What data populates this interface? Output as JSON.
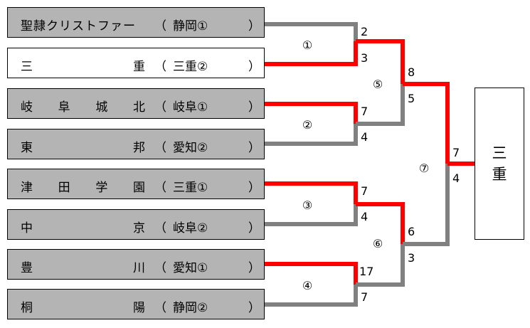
{
  "teams": [
    {
      "name": "聖隷クリストファー",
      "pref": "静岡①",
      "open": "（",
      "close": "）"
    },
    {
      "name": "三重",
      "pref": "三重②",
      "open": "（",
      "close": "）"
    },
    {
      "name": "岐阜城北",
      "pref": "岐阜①",
      "open": "（",
      "close": "）"
    },
    {
      "name": "東邦",
      "pref": "愛知②",
      "open": "（",
      "close": "）"
    },
    {
      "name": "津田学園",
      "pref": "三重①",
      "open": "（",
      "close": "）"
    },
    {
      "name": "中京",
      "pref": "岐阜②",
      "open": "（",
      "close": "）"
    },
    {
      "name": "豊川",
      "pref": "愛知①",
      "open": "（",
      "close": "）"
    },
    {
      "name": "桐陽",
      "pref": "静岡②",
      "open": "（",
      "close": "）"
    }
  ],
  "matches": [
    {
      "number": "①",
      "top_score": "2",
      "bottom_score": "3"
    },
    {
      "number": "②",
      "top_score": "7",
      "bottom_score": "4"
    },
    {
      "number": "③",
      "top_score": "7",
      "bottom_score": "4"
    },
    {
      "number": "④",
      "top_score": "17",
      "bottom_score": "7"
    },
    {
      "number": "⑤",
      "top_score": "8",
      "bottom_score": "5"
    },
    {
      "number": "⑥",
      "top_score": "6",
      "bottom_score": "3"
    },
    {
      "number": "⑦",
      "top_score": "7",
      "bottom_score": "4"
    }
  ],
  "champion": {
    "chars": [
      "三",
      "重"
    ]
  },
  "colors": {
    "winner": "#ff0000",
    "loser": "#808080",
    "box_fill": "#b4b4b4",
    "highlight_fill": "#ffffff"
  }
}
